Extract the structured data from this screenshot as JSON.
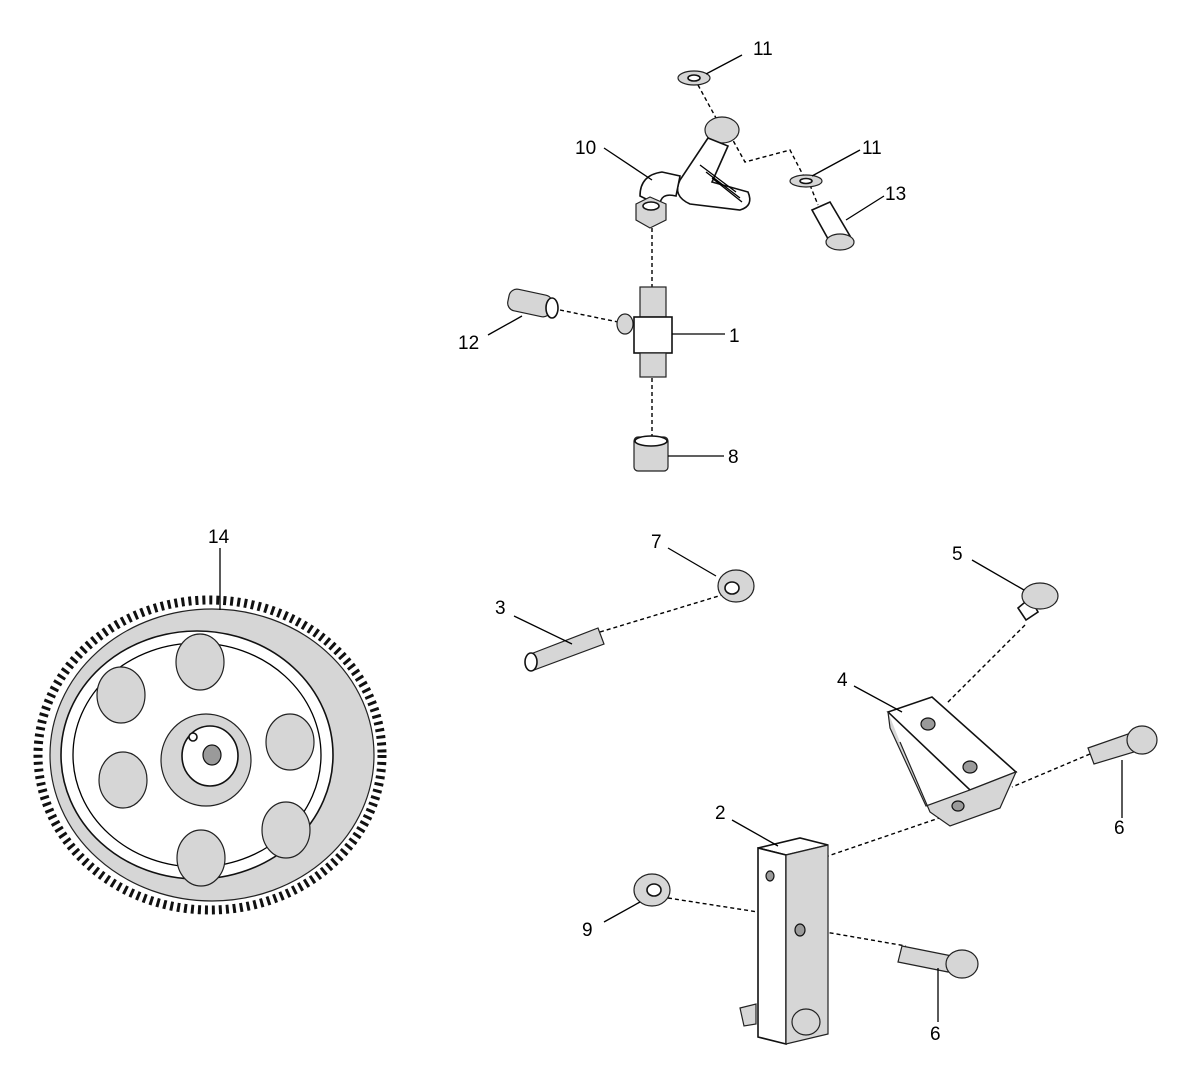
{
  "callouts": [
    {
      "id": "c1",
      "text": "1"
    },
    {
      "id": "c2",
      "text": "2"
    },
    {
      "id": "c3",
      "text": "3"
    },
    {
      "id": "c4",
      "text": "4"
    },
    {
      "id": "c5",
      "text": "5"
    },
    {
      "id": "c6a",
      "text": "6"
    },
    {
      "id": "c6b",
      "text": "6"
    },
    {
      "id": "c7",
      "text": "7"
    },
    {
      "id": "c8",
      "text": "8"
    },
    {
      "id": "c9",
      "text": "9"
    },
    {
      "id": "c10",
      "text": "10"
    },
    {
      "id": "c11a",
      "text": "11"
    },
    {
      "id": "c11b",
      "text": "11"
    },
    {
      "id": "c12",
      "text": "12"
    },
    {
      "id": "c13",
      "text": "13"
    },
    {
      "id": "c14",
      "text": "14"
    }
  ]
}
